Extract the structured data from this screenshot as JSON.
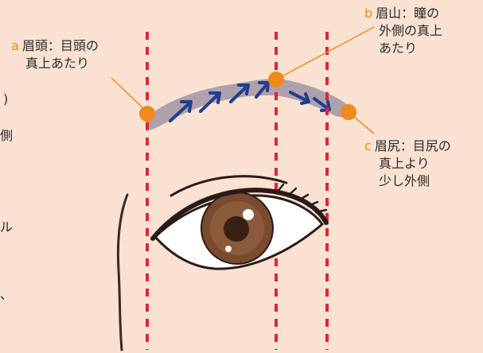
{
  "labels": {
    "a": {
      "key": "a",
      "line1": "眉頭：目頭の",
      "line2": "真上あたり"
    },
    "b": {
      "key": "b",
      "line1": "眉山：瞳の",
      "line2": "外側の真上",
      "line3": "あたり"
    },
    "c": {
      "key": "c",
      "line1": "眉尻：目尻の",
      "line2": "真上より",
      "line3": "少し外側"
    }
  },
  "cut_text": {
    "t1": ")",
    "t2": "側",
    "t3": "ル",
    "t4": "、"
  },
  "colors": {
    "background": "#f9e2d2",
    "accent": "#f08a1c",
    "guide": "#e0262f",
    "brow": "#a59aa6",
    "arrow": "#1f3f8f",
    "iris": "#7a4a2e"
  }
}
